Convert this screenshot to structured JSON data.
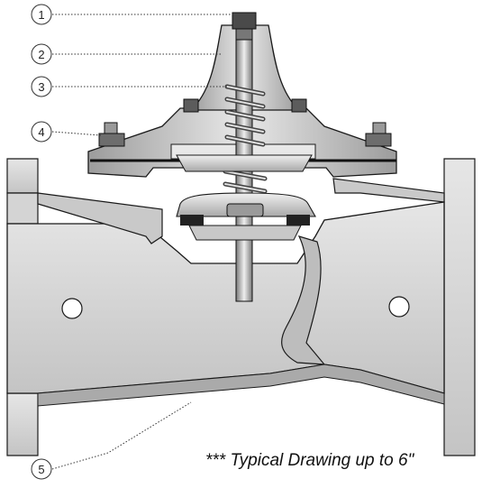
{
  "callouts": [
    {
      "number": "1"
    },
    {
      "number": "2"
    },
    {
      "number": "3"
    },
    {
      "number": "4"
    },
    {
      "number": "5"
    }
  ],
  "caption": "*** Typical Drawing up to 6\"",
  "colors": {
    "metal_light": "#dcdcdc",
    "metal_mid": "#b8b8b8",
    "metal_dark": "#8a8a8a",
    "outline": "#1a1a1a",
    "bolt": "#9a9a9a"
  }
}
